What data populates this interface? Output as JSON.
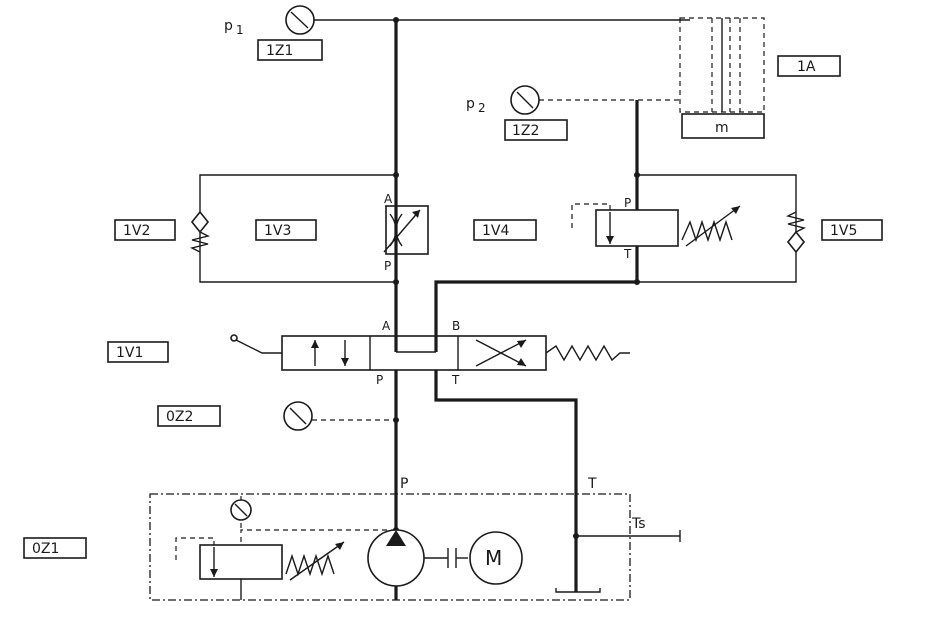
{
  "tags": {
    "z1_1": "1Z1",
    "a1": "1A",
    "z2_1": "1Z2",
    "v2": "1V2",
    "v3": "1V3",
    "v4": "1V4",
    "v5": "1V5",
    "v1": "1V1",
    "z2_0": "0Z2",
    "z1_0": "0Z1"
  },
  "gauges": {
    "p1": "p",
    "p1_sub": "1",
    "p2": "p",
    "p2_sub": "2"
  },
  "mass": "m",
  "motor": "M",
  "ports": {
    "v3_a": "A",
    "v3_p": "P",
    "v4_p": "P",
    "v4_t": "T",
    "v1_a": "A",
    "v1_b": "B",
    "v1_p": "P",
    "v1_t": "T",
    "supply_p": "P",
    "supply_t": "T",
    "ts": "Ts"
  }
}
